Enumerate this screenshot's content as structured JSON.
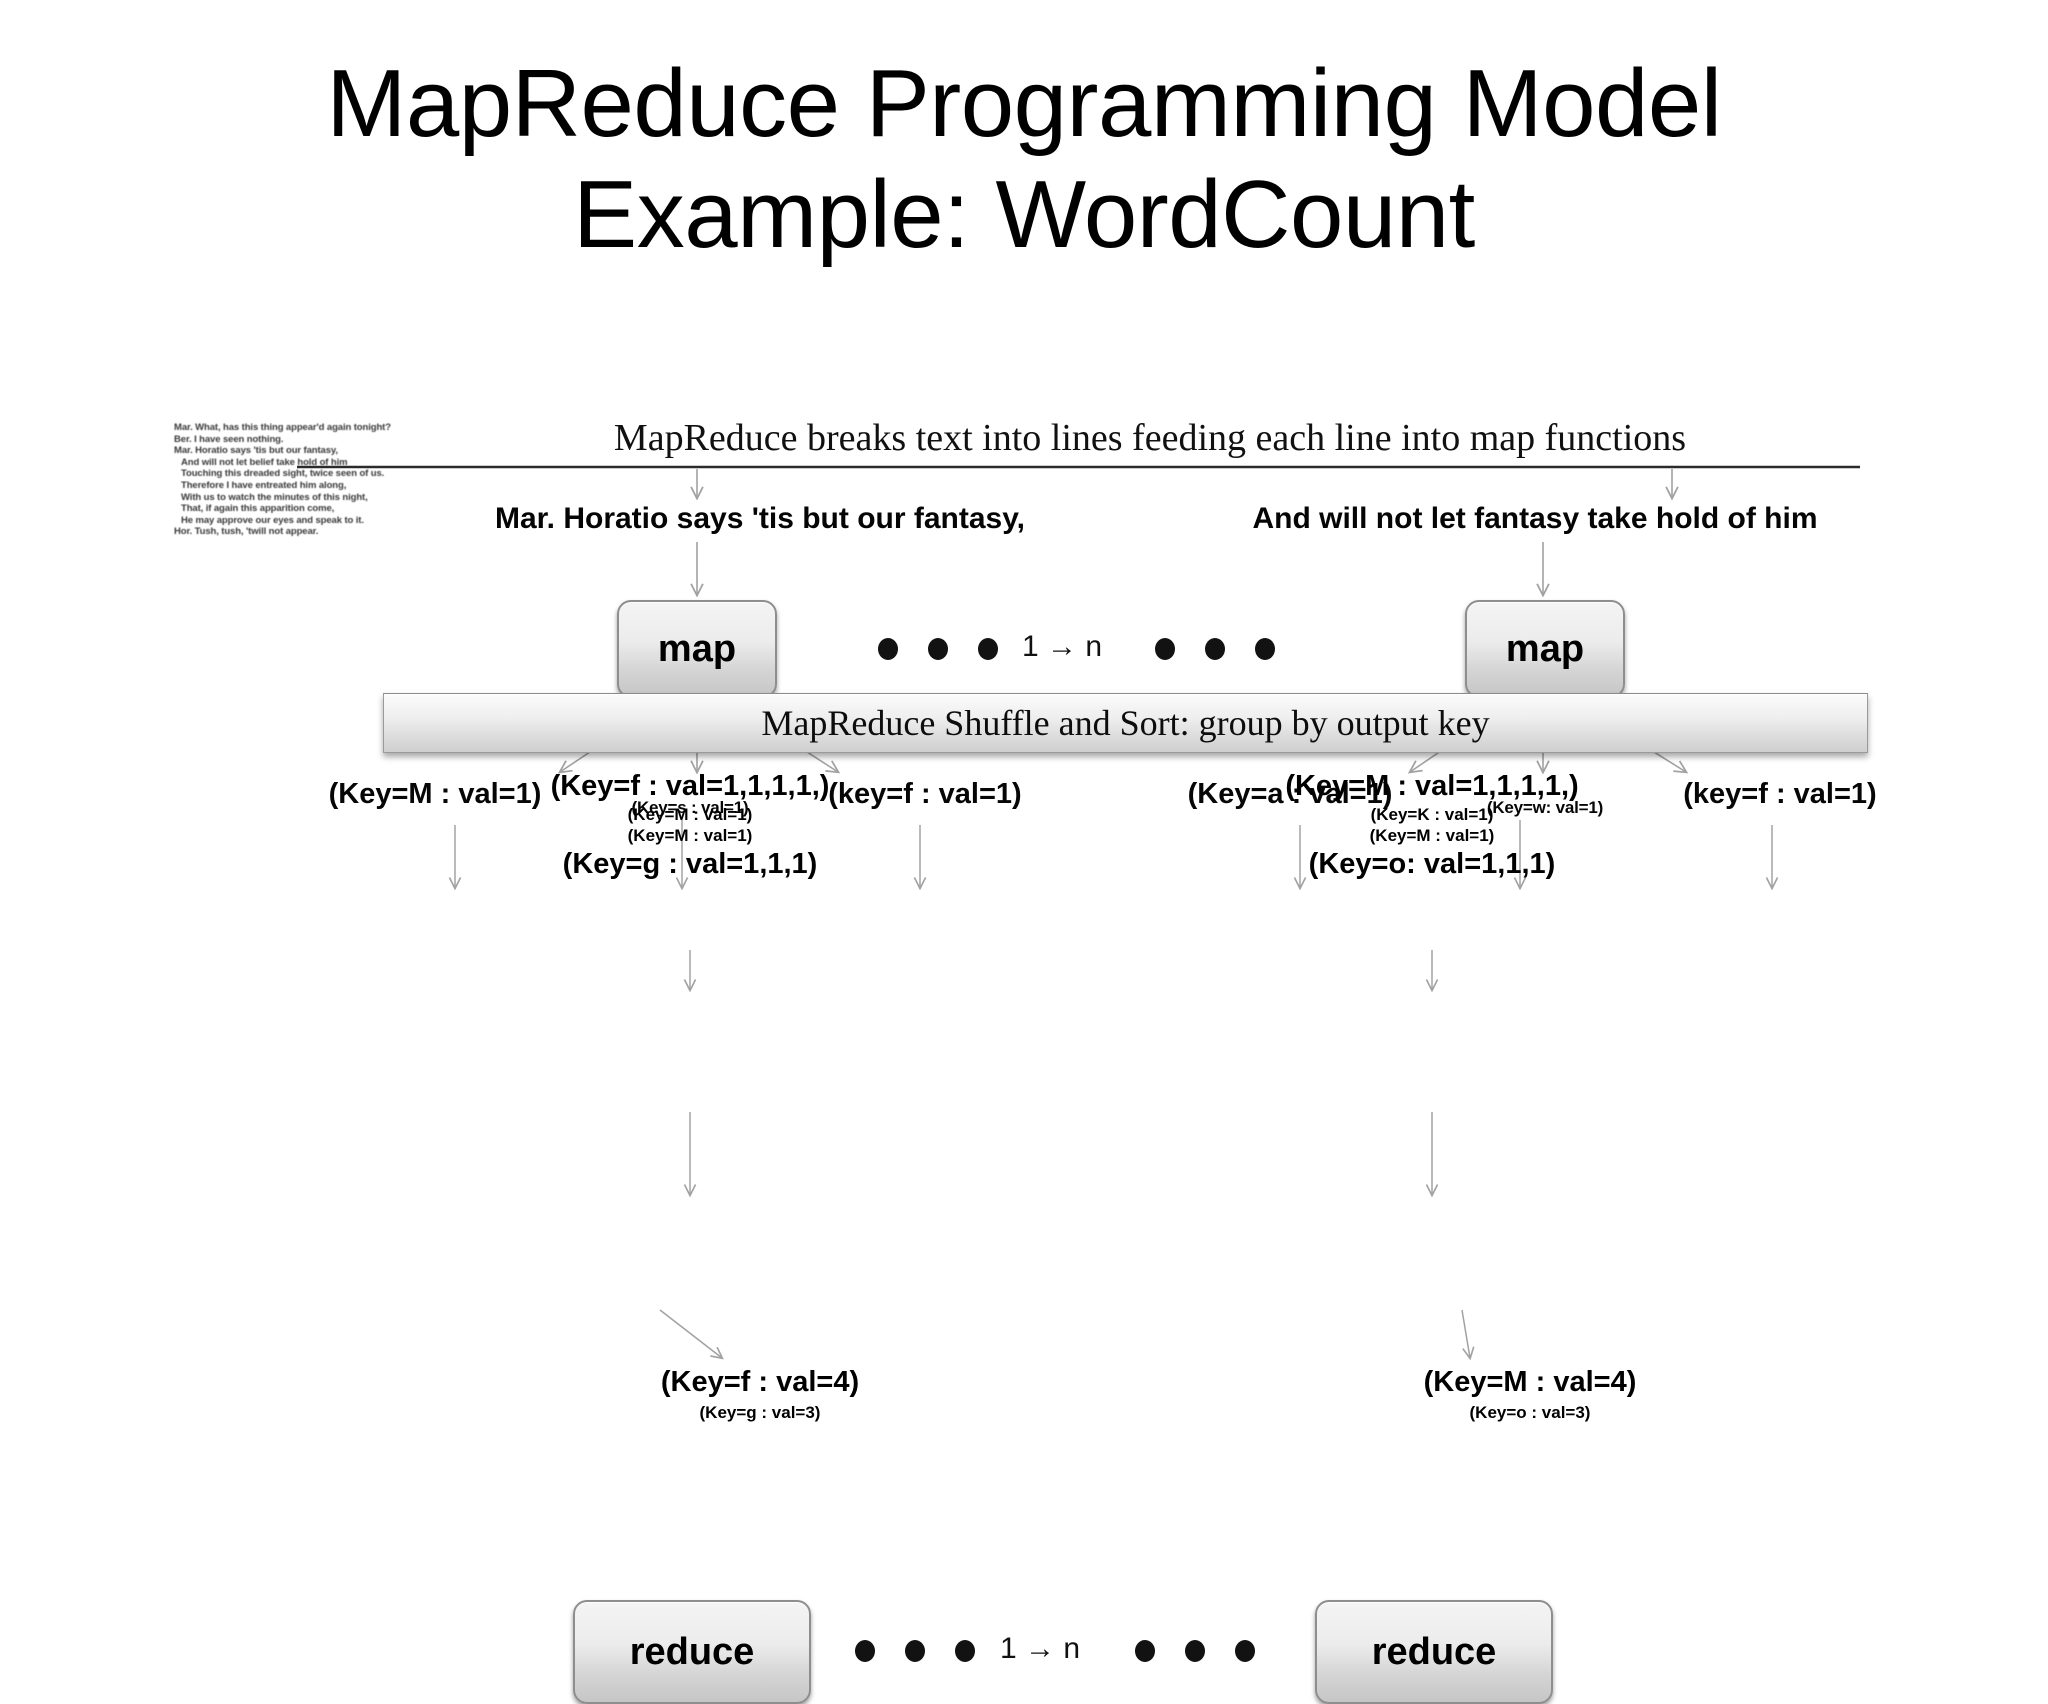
{
  "slide": {
    "title_line1": "MapReduce Programming Model",
    "title_line2": "Example: WordCount"
  },
  "diagram": {
    "banner_heading": "MapReduce breaks text into lines feeding each line into map functions",
    "source_text_lines": [
      "Mar. What, has this thing appear'd again tonight?",
      "Ber. I have seen nothing.",
      "Mar. Horatio says 'tis but our fantasy,",
      "And will not let belief take hold of him",
      "Touching this dreaded sight, twice seen of us.",
      "Therefore I have entreated him along,",
      "With us to watch the minutes of this night,",
      "That, if again this apparition come,",
      "He may approve our eyes and speak to it.",
      "Hor. Tush, tush, 'twill not appear."
    ],
    "input_lines": {
      "left": "Mar. Horatio says 'tis but our fantasy,",
      "right": "And will not let fantasy take hold of him"
    },
    "map_stage": {
      "box_label": "map",
      "fan_label": "1 → n",
      "left_outputs": {
        "first": "(Key=M : val=1)",
        "middle": "(Key=s : val=1)",
        "last": "(key=f : val=1)"
      },
      "right_outputs": {
        "first": "(Key=a : val=1)",
        "middle": "(Key=w: val=1)",
        "last": "(key=f : val=1)"
      }
    },
    "shuffle": {
      "label": "MapReduce Shuffle and Sort: group by output key"
    },
    "grouped_keys": {
      "left": {
        "row1": "(Key=f : val=1,1,1,1,)",
        "row2": "(Key=M : val=1)",
        "row3": "(Key=M : val=1)",
        "row4": "(Key=g : val=1,1,1)"
      },
      "right": {
        "row1": "(Key=M : val=1,1,1,1,)",
        "row2": "(Key=K : val=1)",
        "row3": "(Key=M : val=1)",
        "row4": "(Key=o: val=1,1,1)"
      }
    },
    "reduce_stage": {
      "box_label": "reduce",
      "fan_label": "1 → n"
    },
    "final_outputs": {
      "left": {
        "primary": "(Key=f : val=4)",
        "secondary": "(Key=g : val=3)"
      },
      "right": {
        "primary": "(Key=M : val=4)",
        "secondary": "(Key=o : val=3)"
      }
    }
  },
  "colors": {
    "background": "#ffffff",
    "text": "#000000",
    "arrow": "#9a9a9a",
    "box_border": "#8e8e8e",
    "box_fill_top": "#f4f4f4",
    "box_fill_bottom": "#c6c6c6",
    "rule": "#2b2b2b"
  }
}
